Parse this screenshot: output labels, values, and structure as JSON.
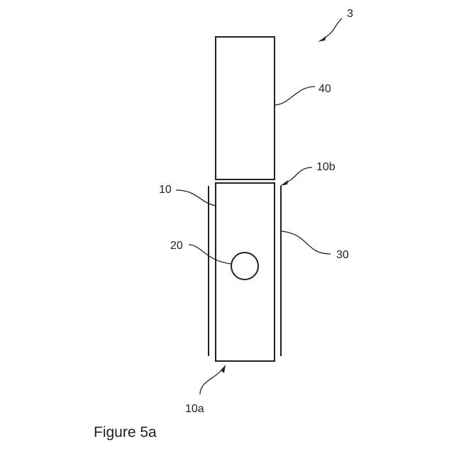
{
  "figure": {
    "caption": "Figure 5a",
    "labels": {
      "assembly": "3",
      "upper_block": "40",
      "top_end": "10b",
      "body": "10",
      "circle": "20",
      "sleeve": "30",
      "bottom_end": "10a"
    }
  }
}
